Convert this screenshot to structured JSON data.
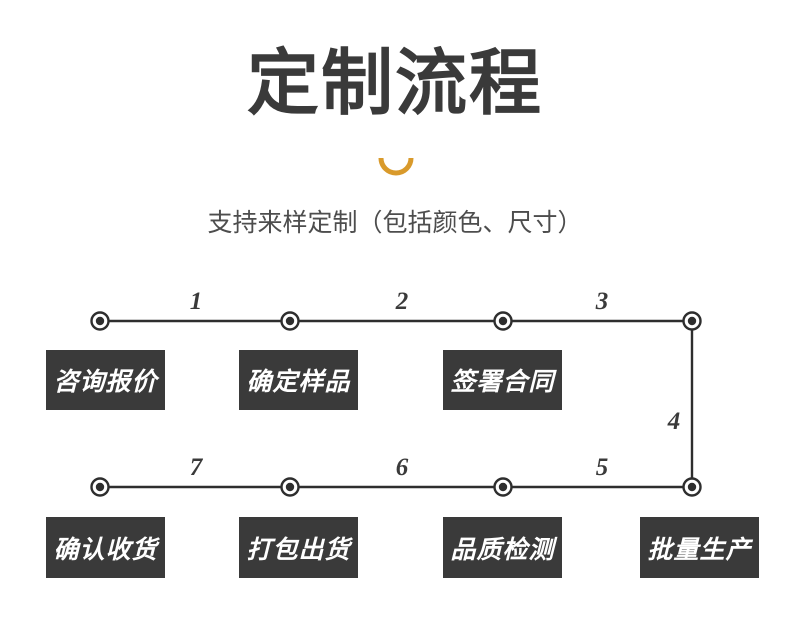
{
  "header": {
    "title": "定制流程",
    "subtitle": "支持来样定制（包括颜色、尺寸）",
    "divider_icon": "arc-divider-icon"
  },
  "colors": {
    "background": "#ffffff",
    "title_text": "#3a3a3a",
    "subtitle_text": "#4d4d4d",
    "box_background": "#3a3a3a",
    "box_text": "#ffffff",
    "line": "#2e2e2e",
    "node": "#2e2e2e",
    "accent_arc": "#d99a2b"
  },
  "flow": {
    "steps": [
      {
        "num": "1",
        "label": "咨询报价",
        "row": "top",
        "index": 0
      },
      {
        "num": "2",
        "label": "确定样品",
        "row": "top",
        "index": 1
      },
      {
        "num": "3",
        "label": "签署合同",
        "row": "top",
        "index": 2
      },
      {
        "num": "4",
        "label": "批量生产",
        "row": "bottom",
        "index": 3
      },
      {
        "num": "5",
        "label": "品质检测",
        "row": "bottom",
        "index": 2
      },
      {
        "num": "6",
        "label": "打包出货",
        "row": "bottom",
        "index": 1
      },
      {
        "num": "7",
        "label": "确认收货",
        "row": "bottom",
        "index": 0
      }
    ],
    "top_labels": [
      "咨询报价",
      "确定样品",
      "签署合同"
    ],
    "bottom_labels": [
      "确认收货",
      "打包出货",
      "品质检测",
      "批量生产"
    ],
    "top_numbers": [
      "1",
      "2",
      "3"
    ],
    "bottom_numbers": [
      "7",
      "6",
      "5"
    ],
    "turn_number": "4"
  }
}
